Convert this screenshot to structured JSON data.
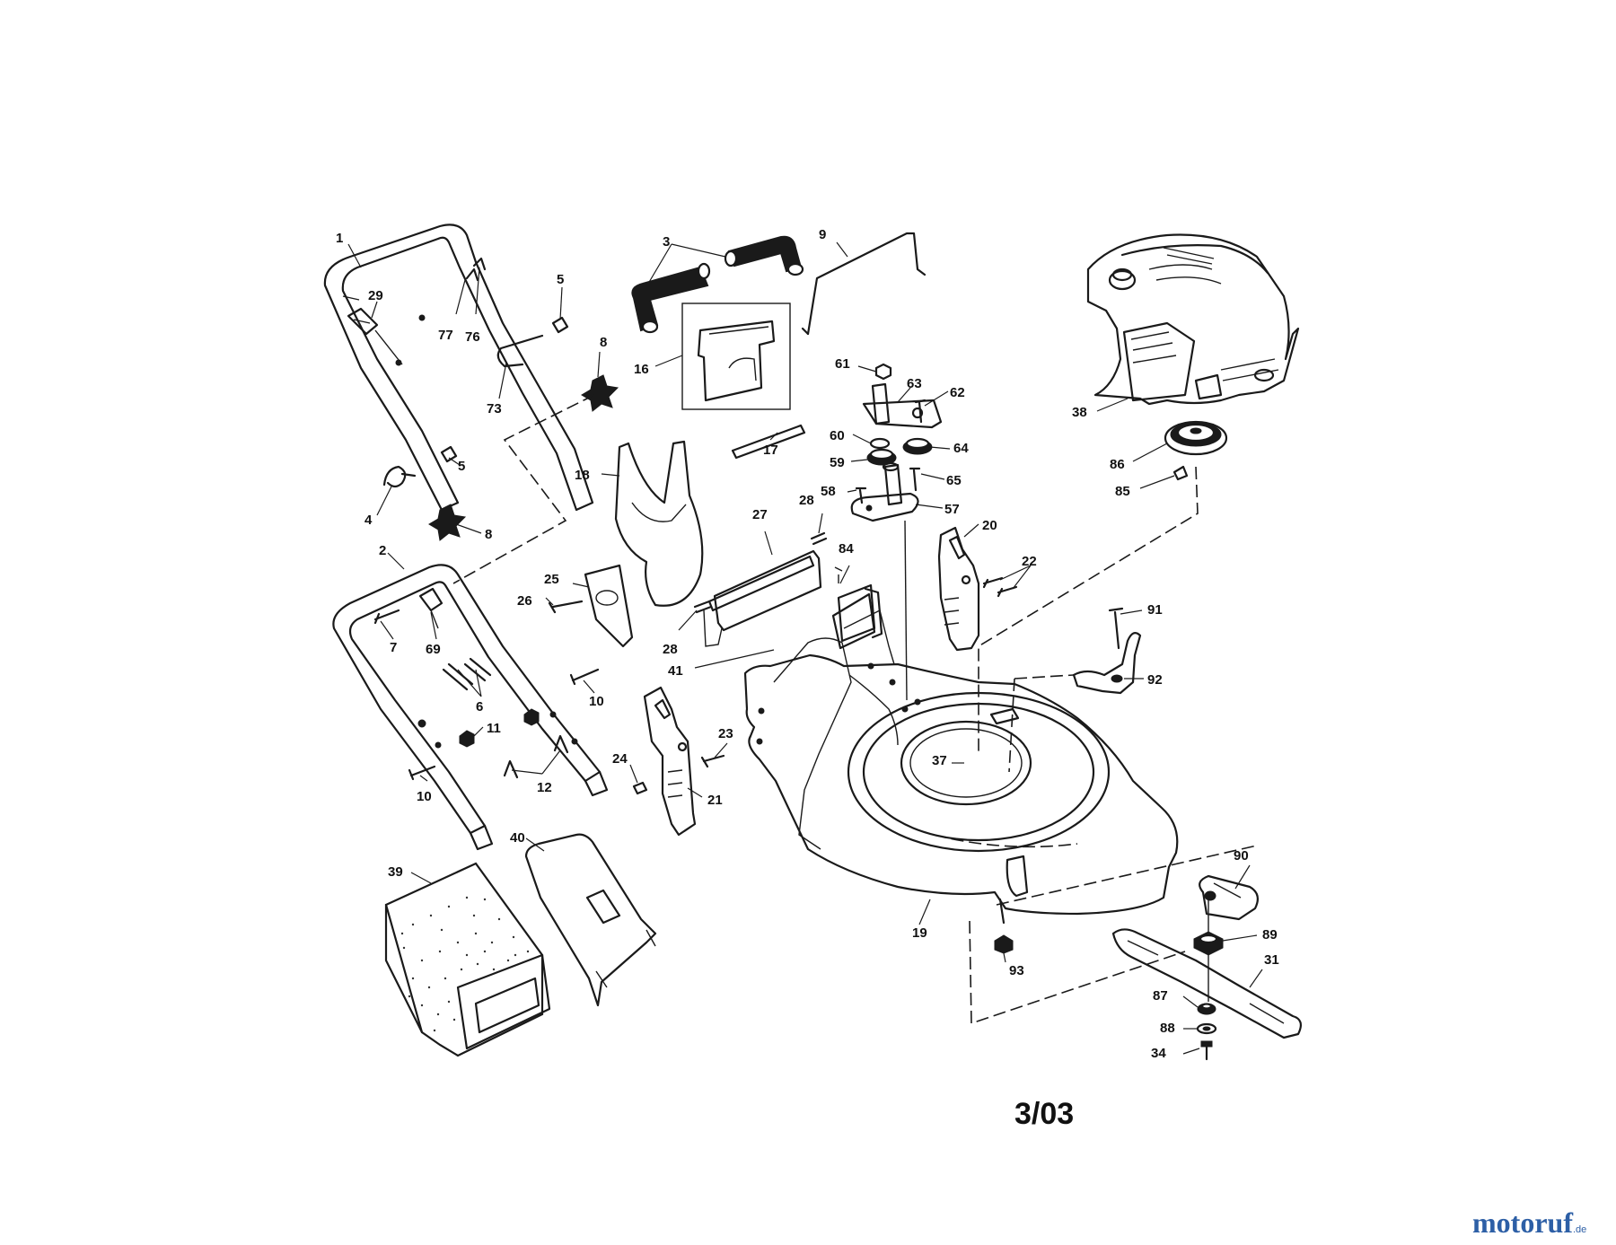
{
  "diagram": {
    "callouts": [
      {
        "id": "c1",
        "label": "1"
      },
      {
        "id": "c29",
        "label": "29"
      },
      {
        "id": "c77",
        "label": "77"
      },
      {
        "id": "c76",
        "label": "76"
      },
      {
        "id": "c5a",
        "label": "5"
      },
      {
        "id": "c8a",
        "label": "8"
      },
      {
        "id": "c73",
        "label": "73"
      },
      {
        "id": "c5b",
        "label": "5"
      },
      {
        "id": "c4",
        "label": "4"
      },
      {
        "id": "c8b",
        "label": "8"
      },
      {
        "id": "c2",
        "label": "2"
      },
      {
        "id": "c7",
        "label": "7"
      },
      {
        "id": "c69",
        "label": "69"
      },
      {
        "id": "c6",
        "label": "6"
      },
      {
        "id": "c10a",
        "label": "10"
      },
      {
        "id": "c11",
        "label": "11"
      },
      {
        "id": "c12",
        "label": "12"
      },
      {
        "id": "c10b",
        "label": "10"
      },
      {
        "id": "c3",
        "label": "3"
      },
      {
        "id": "c16",
        "label": "16"
      },
      {
        "id": "c9",
        "label": "9"
      },
      {
        "id": "c18",
        "label": "18"
      },
      {
        "id": "c17",
        "label": "17"
      },
      {
        "id": "c27",
        "label": "27"
      },
      {
        "id": "c28a",
        "label": "28"
      },
      {
        "id": "c25",
        "label": "25"
      },
      {
        "id": "c26",
        "label": "26"
      },
      {
        "id": "c28b",
        "label": "28"
      },
      {
        "id": "c84",
        "label": "84"
      },
      {
        "id": "c41",
        "label": "41"
      },
      {
        "id": "c24",
        "label": "24"
      },
      {
        "id": "c23",
        "label": "23"
      },
      {
        "id": "c21",
        "label": "21"
      },
      {
        "id": "c61",
        "label": "61"
      },
      {
        "id": "c63",
        "label": "63"
      },
      {
        "id": "c62",
        "label": "62"
      },
      {
        "id": "c60",
        "label": "60"
      },
      {
        "id": "c64",
        "label": "64"
      },
      {
        "id": "c59",
        "label": "59"
      },
      {
        "id": "c58",
        "label": "58"
      },
      {
        "id": "c65",
        "label": "65"
      },
      {
        "id": "c57",
        "label": "57"
      },
      {
        "id": "c20",
        "label": "20"
      },
      {
        "id": "c22",
        "label": "22"
      },
      {
        "id": "c38",
        "label": "38"
      },
      {
        "id": "c86",
        "label": "86"
      },
      {
        "id": "c85",
        "label": "85"
      },
      {
        "id": "c91",
        "label": "91"
      },
      {
        "id": "c92",
        "label": "92"
      },
      {
        "id": "c37",
        "label": "37"
      },
      {
        "id": "c19",
        "label": "19"
      },
      {
        "id": "c93",
        "label": "93"
      },
      {
        "id": "c90",
        "label": "90"
      },
      {
        "id": "c89",
        "label": "89"
      },
      {
        "id": "c31",
        "label": "31"
      },
      {
        "id": "c87",
        "label": "87"
      },
      {
        "id": "c88",
        "label": "88"
      },
      {
        "id": "c34",
        "label": "34"
      },
      {
        "id": "c39",
        "label": "39"
      },
      {
        "id": "c40",
        "label": "40"
      }
    ],
    "date_code": "3/03",
    "watermark": {
      "name": "motoruf",
      "suffix": ".de"
    }
  }
}
